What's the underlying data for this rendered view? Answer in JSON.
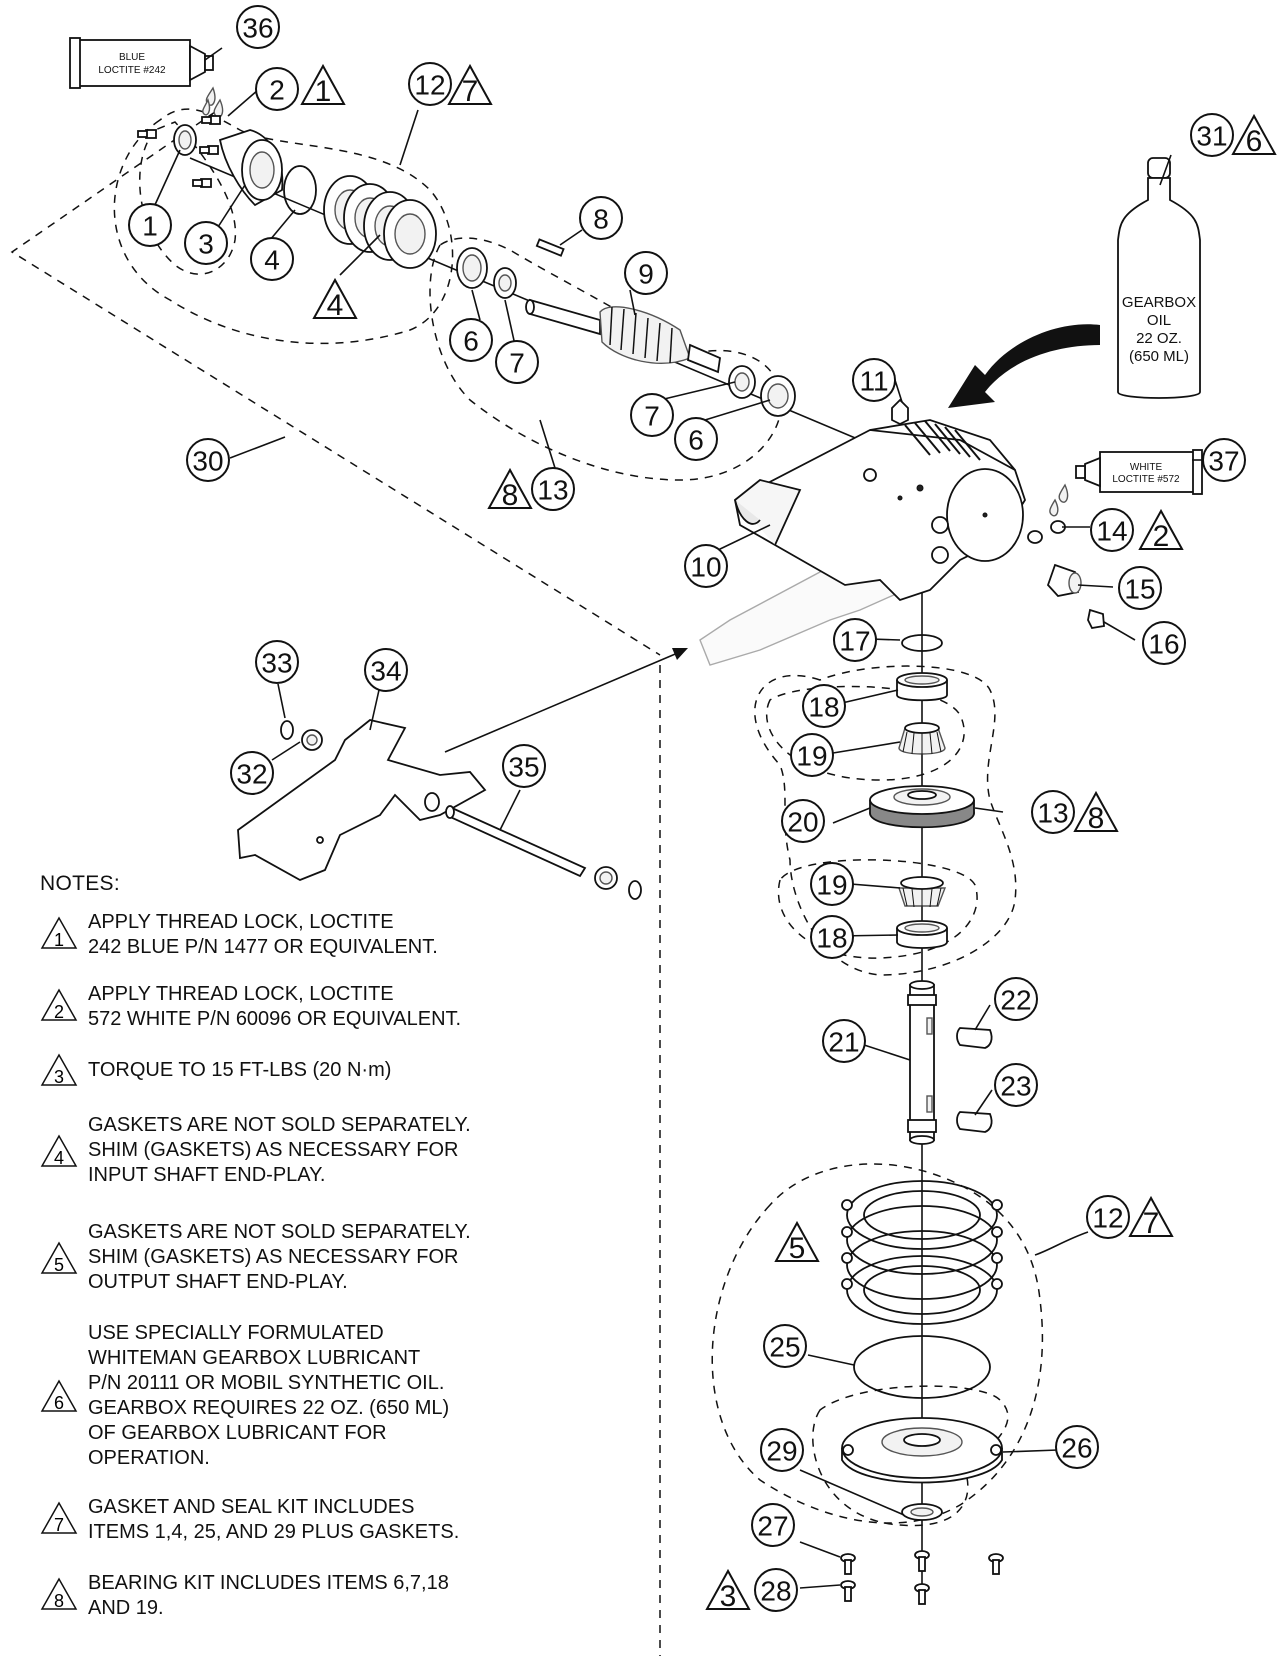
{
  "callouts": {
    "c1": "1",
    "c2": "2",
    "c3": "3",
    "c4": "4",
    "c6a": "6",
    "c6b": "6",
    "c7a": "7",
    "c7b": "7",
    "c8": "8",
    "c9": "9",
    "c10": "10",
    "c11": "11",
    "c12a": "12",
    "c12b": "12",
    "c13a": "13",
    "c13b": "13",
    "c14": "14",
    "c15": "15",
    "c16": "16",
    "c17": "17",
    "c18a": "18",
    "c18b": "18",
    "c19a": "19",
    "c19b": "19",
    "c20": "20",
    "c21": "21",
    "c22": "22",
    "c23": "23",
    "c25": "25",
    "c26": "26",
    "c27": "27",
    "c28": "28",
    "c29": "29",
    "c30": "30",
    "c31": "31",
    "c32": "32",
    "c33": "33",
    "c34": "34",
    "c35": "35",
    "c36": "36",
    "c37": "37"
  },
  "flags": {
    "f1": "1",
    "f2": "2",
    "f3": "3",
    "f4": "4",
    "f5": "5",
    "f6": "6",
    "f7a": "7",
    "f7b": "7",
    "f8a": "8",
    "f8b": "8"
  },
  "labels": {
    "blue_tube_line1": "BLUE",
    "blue_tube_line2": "LOCTITE #242",
    "white_tube_line1": "WHITE",
    "white_tube_line2": "LOCTITE #572",
    "bottle_line1": "GEARBOX",
    "bottle_line2": "OIL",
    "bottle_line3": "22 OZ.",
    "bottle_line4": "(650 ML)"
  },
  "notes": {
    "title": "NOTES:",
    "items": [
      {
        "num": "1",
        "lines": [
          "APPLY THREAD LOCK, LOCTITE",
          "242 BLUE P/N 1477 OR EQUIVALENT."
        ]
      },
      {
        "num": "2",
        "lines": [
          "APPLY THREAD LOCK, LOCTITE",
          "572 WHITE P/N 60096 OR EQUIVALENT."
        ]
      },
      {
        "num": "3",
        "lines": [
          "TORQUE TO  15 FT-LBS (20 N·m)"
        ]
      },
      {
        "num": "4",
        "lines": [
          "GASKETS ARE NOT SOLD SEPARATELY.",
          "SHIM (GASKETS) AS NECESSARY FOR",
          "INPUT SHAFT END-PLAY."
        ]
      },
      {
        "num": "5",
        "lines": [
          "GASKETS ARE NOT SOLD SEPARATELY.",
          "SHIM (GASKETS) AS NECESSARY FOR",
          "OUTPUT SHAFT END-PLAY."
        ]
      },
      {
        "num": "6",
        "lines": [
          "USE SPECIALLY FORMULATED",
          "WHITEMAN GEARBOX LUBRICANT",
          "P/N 20111 OR MOBIL SYNTHETIC OIL.",
          "GEARBOX REQUIRES 22 OZ. (650 ML)",
          "OF GEARBOX LUBRICANT FOR",
          "OPERATION."
        ]
      },
      {
        "num": "7",
        "lines": [
          "GASKET AND SEAL KIT INCLUDES",
          "ITEMS 1,4, 25, AND 29  PLUS GASKETS."
        ]
      },
      {
        "num": "8",
        "lines": [
          "BEARING KIT INCLUDES ITEMS 6,7,18",
          "AND 19."
        ]
      }
    ]
  }
}
